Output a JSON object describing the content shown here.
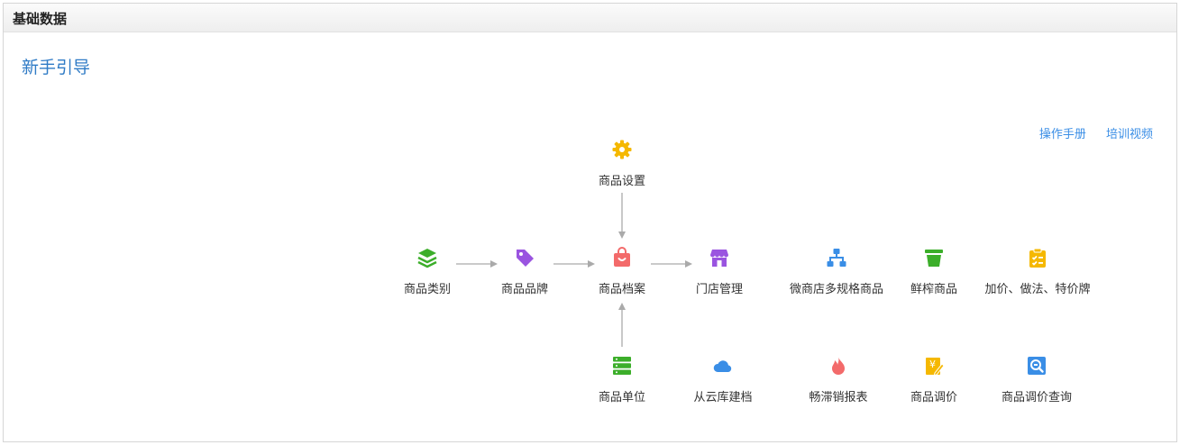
{
  "header": {
    "title": "基础数据"
  },
  "guide": {
    "title": "新手引导"
  },
  "links": {
    "manual": "操作手册",
    "video": "培训视频"
  },
  "nodes": {
    "goods_settings": "商品设置",
    "goods_category": "商品类别",
    "goods_brand": "商品品牌",
    "goods_archive": "商品档案",
    "store_management": "门店管理",
    "micro_store_spec": "微商店多规格商品",
    "fresh_goods": "鲜榨商品",
    "price_markup": "加价、做法、特价牌",
    "goods_unit": "商品单位",
    "cloud_archive": "从云库建档",
    "sales_report": "畅滞销报表",
    "price_adjust": "商品调价",
    "price_adjust_query": "商品调价查询"
  },
  "colors": {
    "link": "#3a8ee6",
    "guide_title": "#2f7bc6",
    "gear": "#f5b800",
    "layers": "#3cae2a",
    "tag": "#9a54e0",
    "bag": "#f36a6a",
    "store": "#9a54e0",
    "org": "#3a8ee6",
    "bucket": "#3cae2a",
    "clipboard": "#f5b800",
    "server": "#3cae2a",
    "cloud": "#3a8ee6",
    "flame": "#f36a6a",
    "price": "#f5b800",
    "search": "#3a8ee6",
    "arrow": "#aaaaaa"
  }
}
